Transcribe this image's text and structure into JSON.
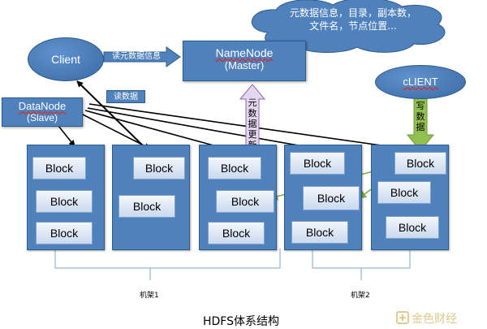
{
  "cloud": {
    "line1": "元数据信息，目录，副本数，",
    "line2": "文件名，节点位置..."
  },
  "namenode": {
    "title": "NameNode",
    "subtitle": "(Master)"
  },
  "client": {
    "label": "Client"
  },
  "client_write": {
    "label": "cLIENT"
  },
  "datanode": {
    "title": "DataNode",
    "subtitle": "(Slave)"
  },
  "labels": {
    "read_metadata": "读元数据信息",
    "read_data": "读数据",
    "metadata_update": "元数据更新",
    "write_data": "写数据",
    "rack1": "机架1",
    "rack2": "机架2",
    "caption": "HDFS体系结构",
    "watermark": "金色财经"
  },
  "blocks": {
    "r1b1": "Block",
    "r1b2": "Block",
    "r1b3": "Block",
    "r2b1": "Block",
    "r2b2": "Block",
    "r3b1": "Block",
    "r3b2": "Block",
    "r3b3": "Block",
    "r4b1": "Block",
    "r4b2": "Block",
    "r4b3": "Block",
    "r5b1": "Block",
    "r5b2": "Block",
    "r5b3": "Block"
  },
  "colors": {
    "node_fill": "#4f81bd",
    "write_arrow": "#92c050",
    "update_arrow": "#d9c8e8",
    "line": "#000000"
  }
}
